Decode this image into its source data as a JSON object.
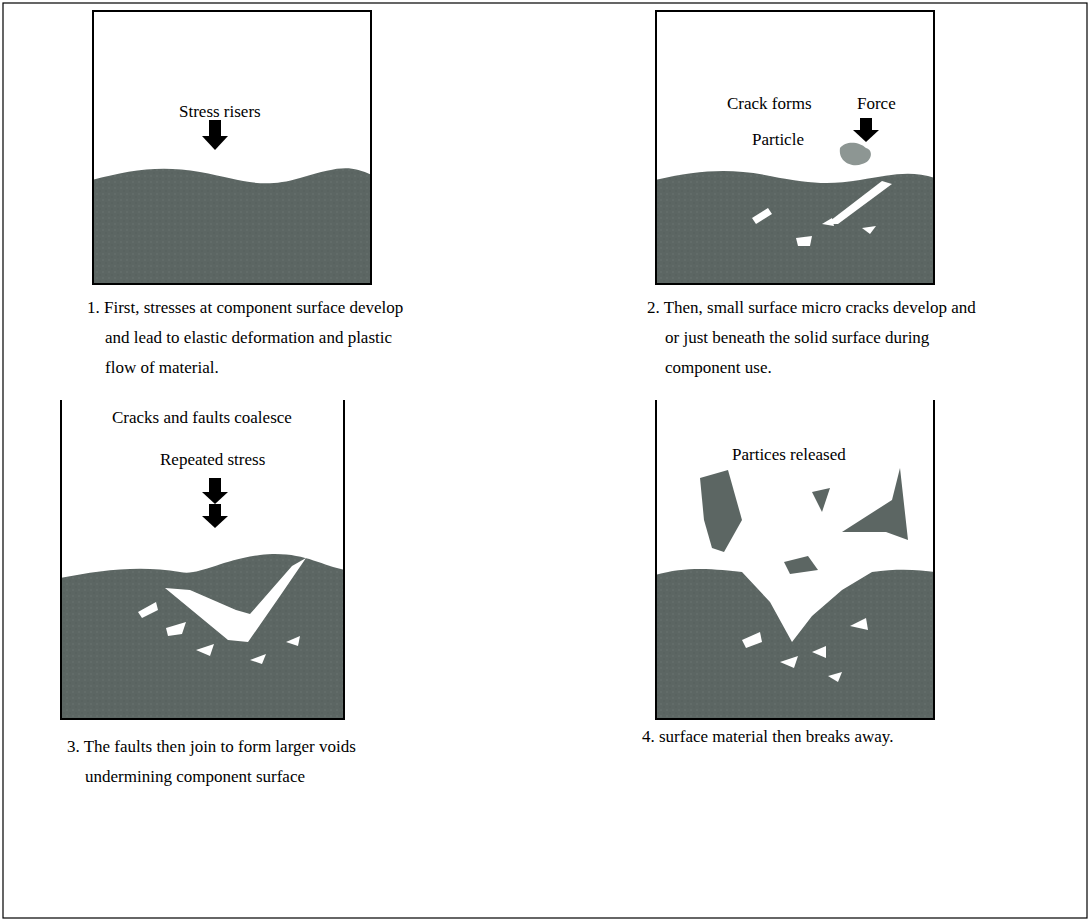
{
  "diagram": {
    "nodes": [
      {
        "text": [
          "Stress risers",
          "1. First, stresses at component surface develop and lead to elastic deformation and plastic flow of material."
        ]
      },
      {
        "text": [
          "Crack forms",
          "Force",
          "Particle",
          "2. Then, small surface micro cracks develop and or just beneath the solid surface during component use."
        ]
      },
      {
        "text": [
          "Cracks and faults coalesce",
          "Repeated stress",
          "3. The faults then join to form larger voids undermining component surface"
        ]
      },
      {
        "text": [
          "Partices released",
          "4. surface material then breaks away."
        ]
      }
    ]
  }
}
